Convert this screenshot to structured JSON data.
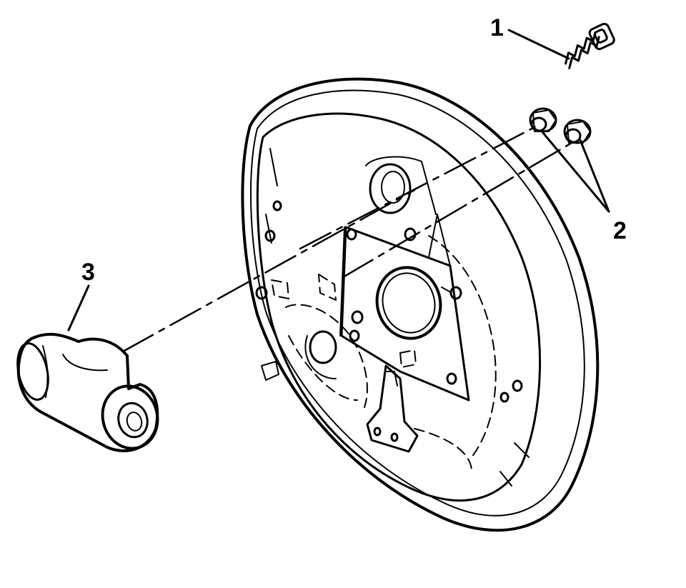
{
  "callouts": {
    "c1": "1",
    "c2": "2",
    "c3": "3"
  },
  "parts": {
    "p1": {
      "callout": "1",
      "icon": "bleeder-screw-icon"
    },
    "p2": {
      "callout": "2",
      "icon": "mounting-bolt-icon"
    },
    "p3": {
      "callout": "3",
      "icon": "wheel-cylinder-icon"
    }
  },
  "colors": {
    "line": "#000000",
    "background": "#ffffff"
  }
}
